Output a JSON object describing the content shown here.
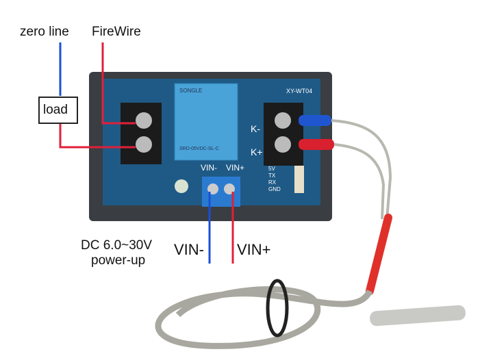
{
  "annotations": {
    "zero_line": "zero line",
    "firewire": "FireWire",
    "load": "load",
    "power_line1": "DC 6.0~30V",
    "power_line2": "power-up",
    "vin_minus": "VIN-",
    "vin_plus": "VIN+"
  },
  "board": {
    "vin_minus": "VIN-",
    "vin_plus": "VIN+",
    "k_minus": "K-",
    "k_plus": "K+",
    "model": "XY-WT04",
    "relay_brand": "SONGLE",
    "relay_model": "SRD-05VDC-SL-C",
    "pins": [
      "5V",
      "TX",
      "RX",
      "GND"
    ]
  },
  "colors": {
    "blue_wire": "#1a4fd6",
    "red_wire": "#e0203a",
    "pcb": "#1f5a86",
    "case": "#3a3d42",
    "relay": "#4aa3d8"
  }
}
